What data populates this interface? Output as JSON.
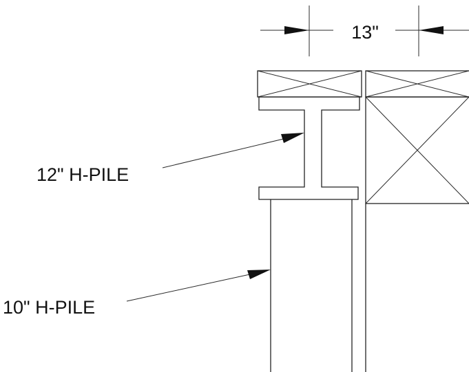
{
  "dimension": {
    "label": "13\""
  },
  "labels": {
    "pile_12": "12\" H-PILE",
    "pile_10": "10\" H-PILE"
  },
  "colors": {
    "line": "#222222",
    "background": "#ffffff"
  }
}
